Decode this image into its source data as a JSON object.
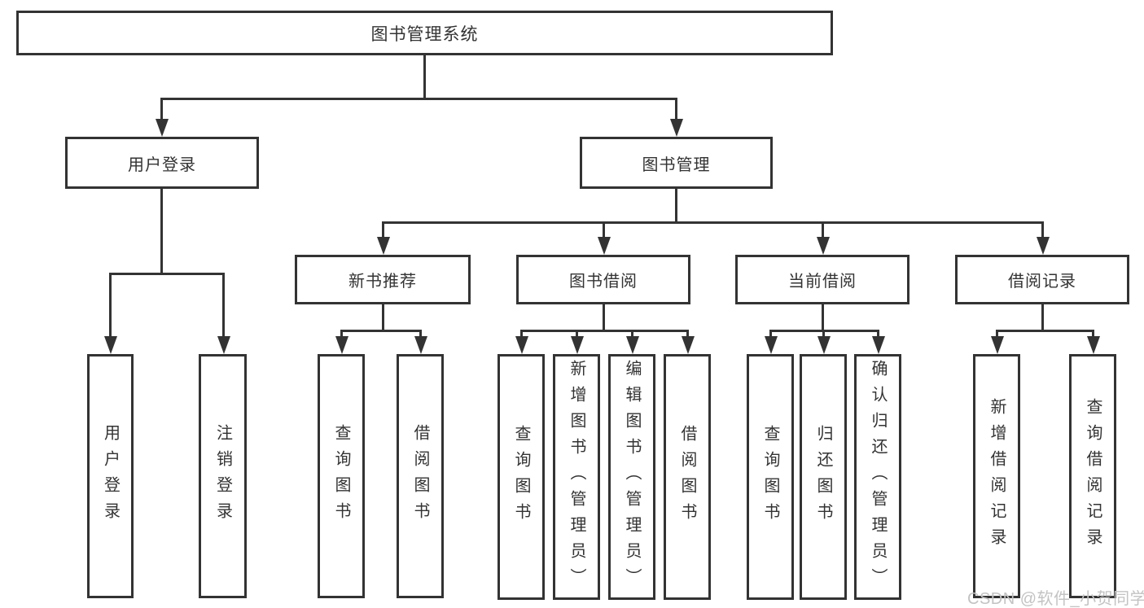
{
  "nodes": {
    "root": "图书管理系统",
    "user_login": "用户登录",
    "book_mgmt": "图书管理",
    "new_book_rec": "新书推荐",
    "book_borrow": "图书借阅",
    "current_borrow": "当前借阅",
    "borrow_records": "借阅记录",
    "leaf_user_login": "用户登录",
    "leaf_logout": "注销登录",
    "leaf_rec_query_books": "查询图书",
    "leaf_rec_borrow_books": "借阅图书",
    "leaf_bb_query_books": "查询图书",
    "leaf_bb_add_books": "新增图书（管理员）",
    "leaf_bb_edit_books": "编辑图书（管理员）",
    "leaf_bb_borrow_books": "借阅图书",
    "leaf_cb_query_books": "查询图书",
    "leaf_cb_return_books": "归还图书",
    "leaf_cb_confirm_return": "确认归还（管理员）",
    "leaf_br_add_record": "新增借阅记录",
    "leaf_br_query_record": "查询借阅记录"
  },
  "watermark": "CSDN @软件_小贺同学",
  "colors": {
    "line": "#333333",
    "box_border": "#333333",
    "text": "#333333",
    "watermark": "#c3c3c3",
    "background": "#ffffff"
  }
}
